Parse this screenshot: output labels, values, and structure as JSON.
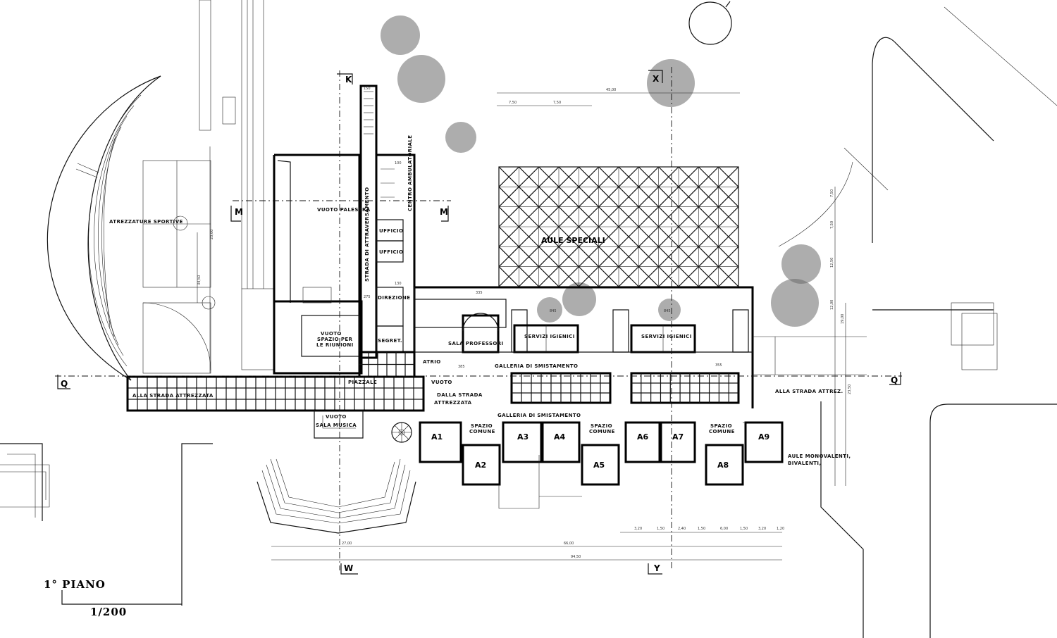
{
  "plan": {
    "title": "1° PIANO",
    "scale": "1/200"
  },
  "labels": {
    "aule_speciali": "AULE SPECIALI",
    "strada_attraversamento": "STRADA DI ATTRAVERSAMENTO",
    "centro_ambulatoriale": "CENTRO AMBULATORIALE",
    "ufficio_1": "UFFICIO",
    "ufficio_2": "UFFICIO",
    "direzione": "DIREZIONE",
    "segret": "SEGRET.",
    "vuoto_palestra": "VUOTO PALESTRA",
    "vuoto_riunioni_1": "VUOTO",
    "vuoto_riunioni_2": "SPAZIO PER",
    "vuoto_riunioni_3": "LE RIUNIONI",
    "atrezzature_sportive": "ATREZZATURE SPORTIVE",
    "sala_professori": "SALA PROFESSORI",
    "atrio": "ATRIO",
    "servizi_igienici_1": "SERVIZI IGIENICI",
    "servizi_igienici_2": "SERVIZI IGIENICI",
    "galleria_1": "GALLERIA DI SMISTAMENTO",
    "galleria_2": "GALLERIA DI SMISTAMENTO",
    "piazzale": "PIAZZALE",
    "vuoto": "VUOTO",
    "dalla_strada": "DALLA STRADA",
    "attrezzata": "ATTREZZATA",
    "alla_strada_left": "ALLA STRADA ATTREZZATA",
    "alla_strada_right": "ALLA STRADA ATTREZ.",
    "vuoto_sala_1": "VUOTO",
    "vuoto_sala_2": "SALA MUSICA",
    "spazio_comune_1a": "SPAZIO",
    "spazio_comune_1b": "COMUNE",
    "spazio_comune_2a": "SPAZIO",
    "spazio_comune_2b": "COMUNE",
    "spazio_comune_3a": "SPAZIO",
    "spazio_comune_3b": "COMUNE",
    "aule_monovalenti_1": "AULE MONOVALENTI,",
    "aule_monovalenti_2": "BIVALENTI,"
  },
  "classrooms": [
    "A1",
    "A2",
    "A3",
    "A4",
    "A5",
    "A6",
    "A7",
    "A8",
    "A9"
  ],
  "sections": {
    "K": "K",
    "X": "X",
    "M_left": "M",
    "M_right": "M",
    "Q_left": "Q",
    "Q_right": "Q",
    "W": "W",
    "Y": "Y"
  },
  "dims": {
    "top_total": "45,00",
    "top_a": "7,50",
    "top_b": "7,50",
    "bottom_total": "66,00",
    "bottom_partial": "27,00",
    "bottom_overall": "94,50",
    "b1": "3,20",
    "b2": "1,50",
    "b3": "2,40",
    "b4": "1,50",
    "b5": "6,00",
    "b6": "1,50",
    "b7": "3,20",
    "b8": "1,20",
    "d385": "385",
    "d355": "355",
    "d335": "335",
    "d845a": "845",
    "d845b": "845",
    "d275": "275",
    "d150": "150",
    "d130": "130",
    "d100": "100",
    "v_1": "23,00",
    "v_2": "34,50",
    "v_3": "7,50",
    "v_4": "7,50",
    "v_5": "12,50",
    "v_6": "12,00",
    "v_7": "19,00",
    "v_8": "23,50"
  }
}
